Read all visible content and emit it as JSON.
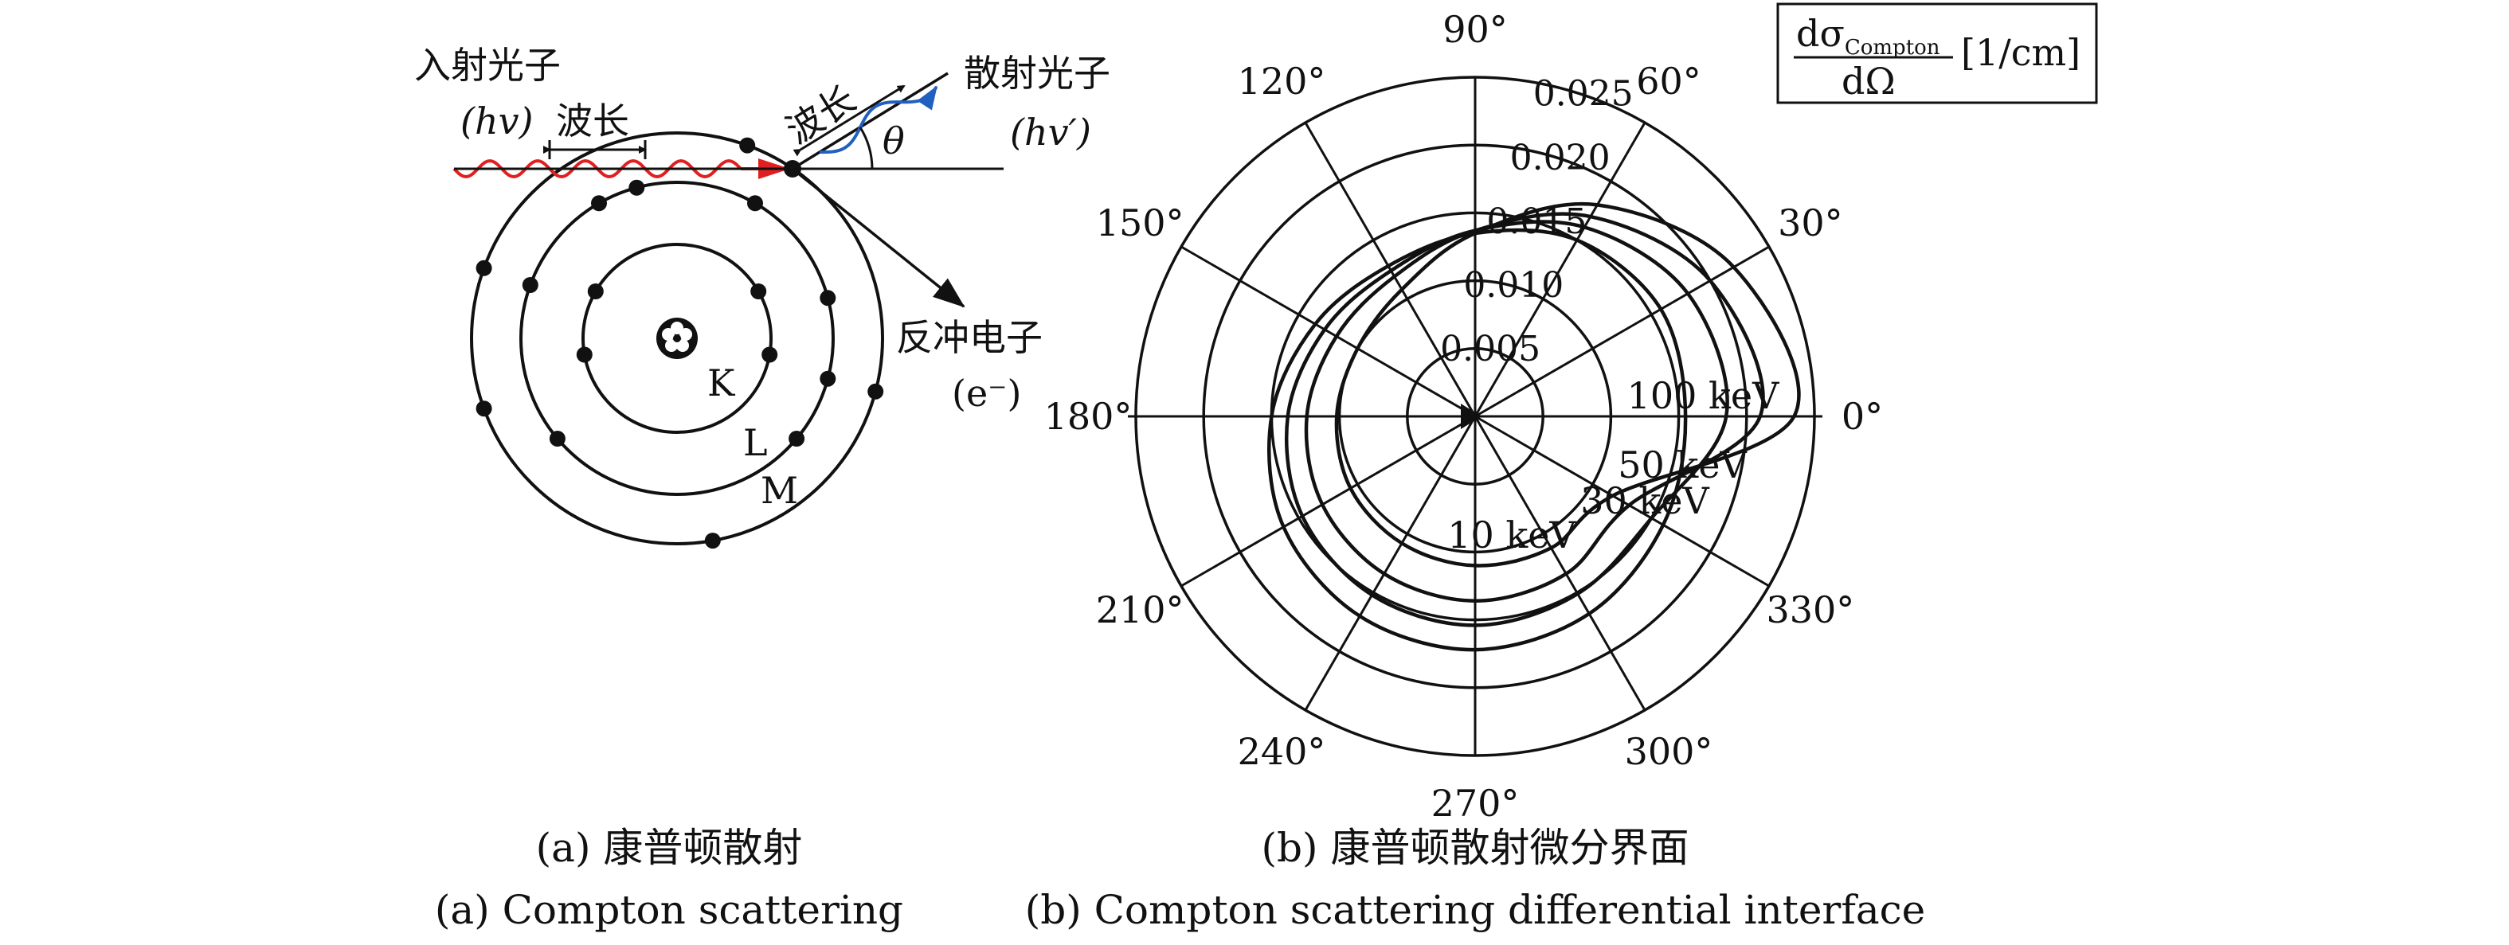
{
  "panel_a": {
    "incident_photon": "入射光子",
    "incident_energy": "(hv)",
    "incident_wavelength": "波长",
    "scattered_wavelength": "波长",
    "scattered_photon": "散射光子",
    "scattered_energy": "(hv′)",
    "angle_symbol": "θ",
    "recoil_electron": "反冲电子",
    "electron_symbol": "(e⁻)",
    "shell_k": "K",
    "shell_l": "L",
    "shell_m": "M",
    "caption_cn": "(a) 康普顿散射",
    "caption_en": "(a) Compton scattering",
    "colors": {
      "incident_wave": "#e02020",
      "scattered_wave": "#2060c0",
      "line": "#111111"
    }
  },
  "panel_b": {
    "formula": {
      "numerator": "dσ",
      "subscript": "Compton",
      "denominator": "dΩ",
      "unit": "[1/cm]"
    },
    "angle_labels": [
      "0°",
      "30°",
      "60°",
      "90°",
      "120°",
      "150°",
      "180°",
      "210°",
      "240°",
      "270°",
      "300°",
      "330°"
    ],
    "radial_labels": [
      "0.005",
      "0.010",
      "0.015",
      "0.020",
      "0.025"
    ],
    "energy_labels": [
      "100 keV",
      "50 keV",
      "30 keV",
      "10 keV"
    ],
    "caption_cn": "(b) 康普顿散射微分界面",
    "caption_en": "(b) Compton scattering differential interface"
  },
  "chart_data": {
    "type": "polar-line",
    "angle_unit": "degree",
    "angle_ticks": [
      0,
      30,
      60,
      90,
      120,
      150,
      180,
      210,
      240,
      270,
      300,
      330
    ],
    "r_ticks": [
      0.005,
      0.01,
      0.015,
      0.02,
      0.025
    ],
    "rlim": [
      0,
      0.025
    ],
    "grid": true,
    "series": [
      {
        "name": "10 keV",
        "r": [
          0.0155,
          0.0158,
          0.015,
          0.0135,
          0.0128,
          0.0136,
          0.015,
          0.0163,
          0.017,
          0.0172,
          0.0168,
          0.016
        ]
      },
      {
        "name": "30 keV",
        "r": [
          0.0185,
          0.0181,
          0.0161,
          0.0137,
          0.0124,
          0.0128,
          0.0138,
          0.0147,
          0.0152,
          0.0154,
          0.0151,
          0.015
        ]
      },
      {
        "name": "50 keV",
        "r": [
          0.021,
          0.02,
          0.017,
          0.0137,
          0.0119,
          0.0118,
          0.0124,
          0.013,
          0.0134,
          0.0136,
          0.0134,
          0.0131
        ]
      },
      {
        "name": "100 keV",
        "r": [
          0.0235,
          0.022,
          0.018,
          0.0135,
          0.0108,
          0.01,
          0.0102,
          0.0106,
          0.0108,
          0.011,
          0.0112,
          0.0117
        ]
      }
    ]
  }
}
